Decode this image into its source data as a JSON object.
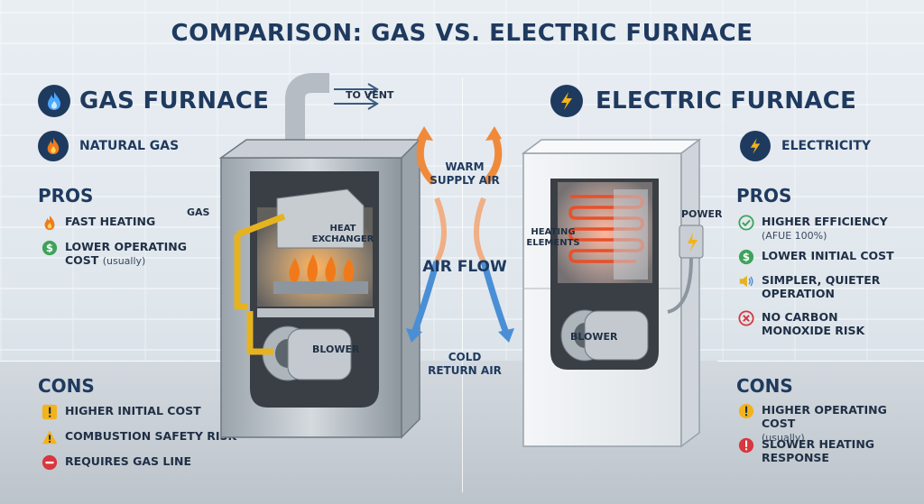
{
  "title": "COMPARISON: GAS VS. ELECTRIC FURNACE",
  "gas": {
    "heading": "GAS FURNACE",
    "fuel": "NATURAL GAS",
    "pros_heading": "PROS",
    "pros": [
      {
        "text": "FAST HEATING",
        "note": "",
        "icon": "flame-icon"
      },
      {
        "text": "LOWER OPERATING COST",
        "note": "(usually)",
        "icon": "dollar-icon"
      }
    ],
    "cons_heading": "CONS",
    "cons": [
      {
        "text": "HIGHER INITIAL COST",
        "icon": "exclamation-icon"
      },
      {
        "text": "COMBUSTION SAFETY RISK",
        "icon": "warning-icon"
      },
      {
        "text": "REQUIRES GAS LINE",
        "icon": "minus-icon"
      }
    ],
    "labels": {
      "vent": "TO VENT",
      "gas": "GAS",
      "heat_exchanger": "HEAT EXCHANGER",
      "blower": "BLOWER"
    }
  },
  "electric": {
    "heading": "ELECTRIC FURNACE",
    "fuel": "ELECTRICITY",
    "pros_heading": "PROS",
    "pros": [
      {
        "text": "HIGHER EFFICIENCY",
        "note": "(AFUE 100%)",
        "icon": "check-icon"
      },
      {
        "text": "LOWER INITIAL COST",
        "note": "",
        "icon": "dollar-icon"
      },
      {
        "text": "SIMPLER, QUIETER OPERATION",
        "note": "",
        "icon": "speaker-icon"
      },
      {
        "text": "NO CARBON MONOXIDE RISK",
        "note": "",
        "icon": "x-icon"
      }
    ],
    "cons_heading": "CONS",
    "cons": [
      {
        "text": "HIGHER OPERATING COST",
        "note": "(usually)",
        "icon": "exclamation-icon"
      },
      {
        "text": "SLOWER HEATING RESPONSE",
        "note": "",
        "icon": "exclamation-icon"
      }
    ],
    "labels": {
      "heating_elements": "HEATING ELEMENTS",
      "power": "POWER",
      "blower": "BLOWER"
    }
  },
  "airflow": {
    "warm": "WARM SUPPLY AIR",
    "label": "AIR FLOW",
    "cold": "COLD RETURN AIR"
  },
  "colors": {
    "navy": "#1f3a5f",
    "flame": "#f07a1a",
    "warm_arrow": "#f08a3a",
    "cold_arrow": "#4a8fd6",
    "electric_glow": "#e8502a"
  }
}
